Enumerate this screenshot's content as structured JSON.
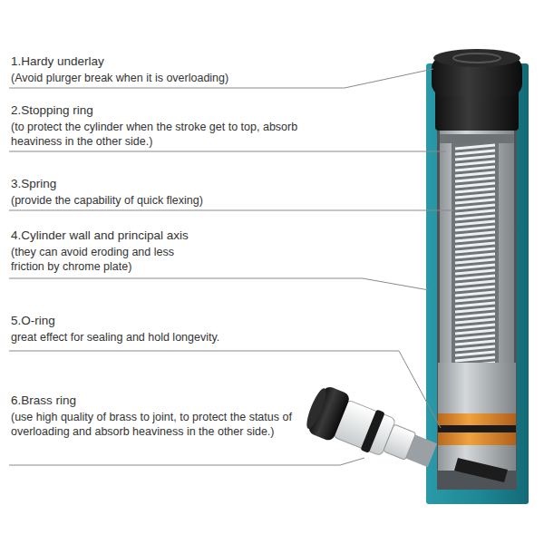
{
  "diagram": {
    "labels": [
      "1.Hardy underlay",
      "(Avoid plurger break when it is overloading)",
      "2.Stopping ring",
      "(to protect the cylinder when the stroke get to top, absorb heaviness in the other side.)",
      "3.Spring",
      "(provide the capability of quick flexing)",
      "4.Cylinder wall and principal axis",
      "(they can avoid eroding and less friction by chrome plate)",
      "5.O-ring",
      "great effect for sealing and hold longevity.",
      "6.Brass ring",
      "(use high quality of brass to joint, to protect the status of overloading and absorb heaviness in the other side.)"
    ]
  }
}
